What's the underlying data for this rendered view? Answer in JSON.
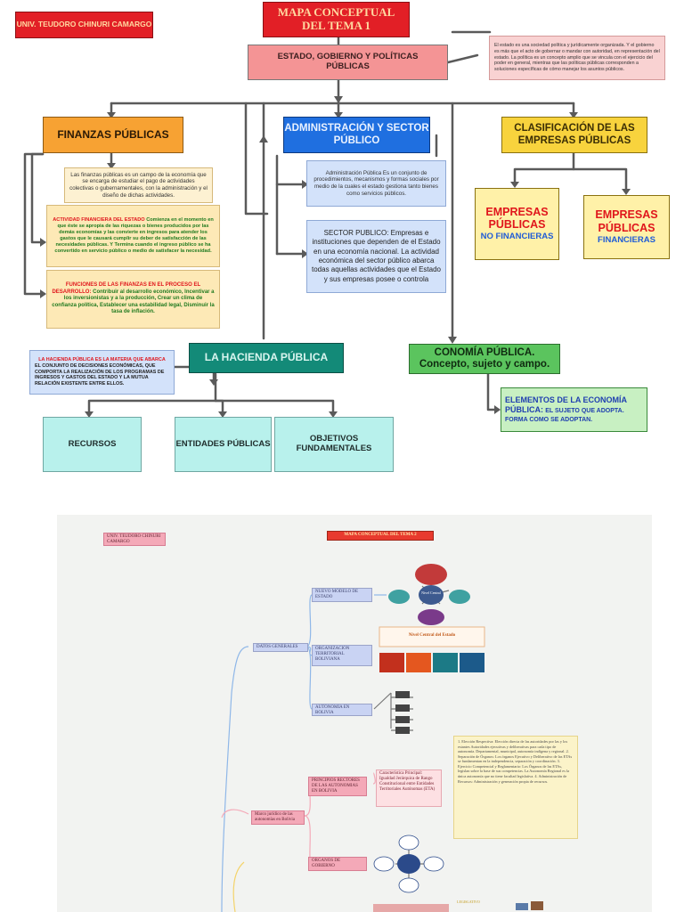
{
  "author": "UNIV. TEUDORO CHINURI CAMARGO",
  "title_line1": "MAPA CONCEPTUAL",
  "title_line2": "DEL TEMA 1",
  "main_node": "ESTADO, GOBIERNO Y POLÍTICAS PÚBLICAS",
  "main_note": "El estado es una sociedad política y jurídicamente organizada. Y el gobierno es más que el acto de gobernar o mandar con autoridad, en representación del estado. La política es un concepto amplio que se vincula con el ejercicio del poder en general, mientras que las políticas públicas corresponden a soluciones específicas de cómo manejar los asuntos públicos.",
  "finanzas": {
    "title": "FINANZAS PÚBLICAS",
    "desc": "Las finanzas públicas es un campo de la economía que se encarga de estudiar el pago de actividades colectivas o gubernamentales, con la administración y el diseño de dichas actividades.",
    "actividad_head": "ACTIVIDAD FINANCIERA DEL ESTADO",
    "actividad_body": "Comienza en el momento en que éste se apropia de las riquezas o bienes producidos por las demás economías y las convierte en ingresos para atender los gastos que le causará cumplir su deber de satisfacción de las necesidades públicas. Y Termina cuando el ingreso público se ha convertido en servicio público o medio de satisfacer la necesidad.",
    "funciones_head": "FUNCIONES DE LAS FINANZAS EN EL PROCESO EL DESARROLLO:",
    "funciones_body": "Contribuir al desarrollo económico, Incentivar a los inversionistas y a la producción, Crear un clima de confianza política, Establecer una estabilidad legal, Disminuir la tasa de inflación."
  },
  "administracion": {
    "title": "ADMINISTRACIÓN Y SECTOR PÚBLICO",
    "desc": "Administración Pública Es un conjunto de procedimientos, mecanismos y formas sociales por medio de la cuales el estado gestiona tanto bienes como servicios públicos.",
    "sector": "SECTOR PUBLICO: Empresas e instituciones que dependen de el Estado en una economía nacional. La actividad económica del sector público abarca todas aquellas actividades que el Estado y sus empresas posee o controla"
  },
  "clasificacion": {
    "title": "CLASIFICACIÓN DE LAS EMPRESAS PÚBLICAS",
    "left_main": "EMPRESAS PÚBLICAS",
    "left_sub": "NO FINANCIERAS",
    "right_main": "EMPRESAS PÚBLICAS",
    "right_sub": "FINANCIERAS"
  },
  "hacienda": {
    "title": "LA HACIENDA PÚBLICA",
    "note_head": "LA HACIENDA PÚBLICA ES LA MATERIA QUE ABARCA",
    "note_body": "EL CONJUNTO DE DECISIONES ECONÓMICAS, QUE COMPORTA LA REALIZACIÓN DE LOS PROGRAMAS DE INGRESOS Y GASTOS DEL ESTADO Y LA MUTUA RELACIÓN EXISTENTE ENTRE ELLOS.",
    "recursos": "RECURSOS",
    "entidades": "ENTIDADES PÚBLICAS",
    "objetivos": "OBJETIVOS FUNDAMENTALES"
  },
  "economia": {
    "title_line1": "CONOMÍA PÚBLICA.",
    "title_line2": "Concepto, sujeto y campo.",
    "elementos_head": "ELEMENTOS DE LA ECONOMÍA PÚBLICA:",
    "elementos_tail": "EL SUJETO QUE ADOPTA.",
    "elementos_tail2": "FORMA COMO SE ADOPTAN."
  },
  "lower": {
    "author": "UNIV. TEUDORO CHINURI CAMARGO",
    "title": "MAPA CONCEPTUAL DEL TEMA 2",
    "datos": "DATOS GENERALES",
    "nuevo_modelo": "NUEVO MODELO DE ESTADO",
    "organizacion": "ORGANIZACION TERRITORIAL BOLIVIANA",
    "autonomia": "AUTONOMIA EN BOLIVIA",
    "nivel_central": "Nivel Central del Estado",
    "nivel_central_small": "Nivel Central",
    "principios": "PRINCIPIOS RECTORES DE LAS AUTONOMIAS EN BOLIVIA",
    "caracteristica": "Característica Principal: Igualdad Jerárquica de Rango Constitucional entre Entidades Territoriales Autónomas (ETA)",
    "marco": "Marco jurídico de las autonomías en Bolivia",
    "organos": "ORGANOS DE GOBIERNO",
    "legislativo": "LEGISLATIVO",
    "note": "1. Elección Respectiva: Elección directa de las autoridades por las y los estantes Autoridades ejecutivas y deliberativas para cada tipo de autonomía. Departamental, municipal, autonomía indígena y regional. 2. Separación de Órganos: Los órganos Ejecutivo y Deliberativo de las ETAs se fundamentan en la independencia, separación y coordinación. 3. Ejercicio Competencial y Reglamentario: Los Órganos de las ETAs, legislan sobre la base de sus competencias. La Autonomía Regional es la única autonomía que no tiene facultad legislativa. 4. Administración de Recursos: Administración y generación propia de recursos."
  }
}
